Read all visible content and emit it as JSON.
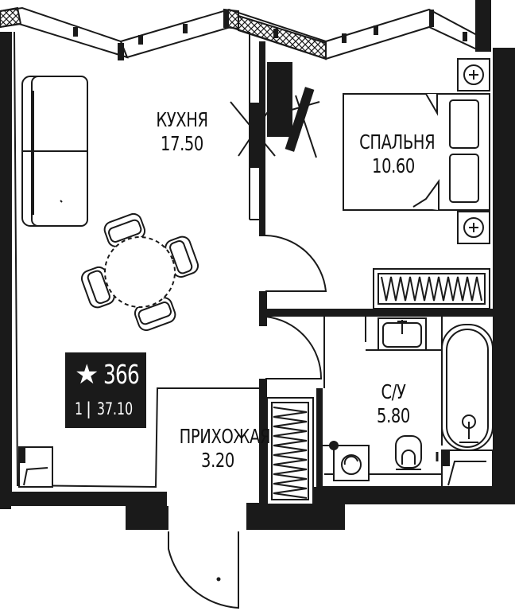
{
  "rooms": {
    "kitchen": {
      "name": "КУХНЯ",
      "area": "17.50"
    },
    "bedroom": {
      "name": "СПАЛЬНЯ",
      "area": "10.60"
    },
    "bathroom": {
      "name": "С/У",
      "area": "5.80"
    },
    "hallway": {
      "name": "ПРИХОЖАЯ",
      "area": "3.20"
    }
  },
  "badge": {
    "star": "★",
    "apartment_number": "366",
    "floor": "1",
    "separator": "|",
    "total_area": "37.10"
  },
  "colors": {
    "wall": "#1a1a1a",
    "line": "#1a1a1a",
    "background": "#ffffff"
  }
}
